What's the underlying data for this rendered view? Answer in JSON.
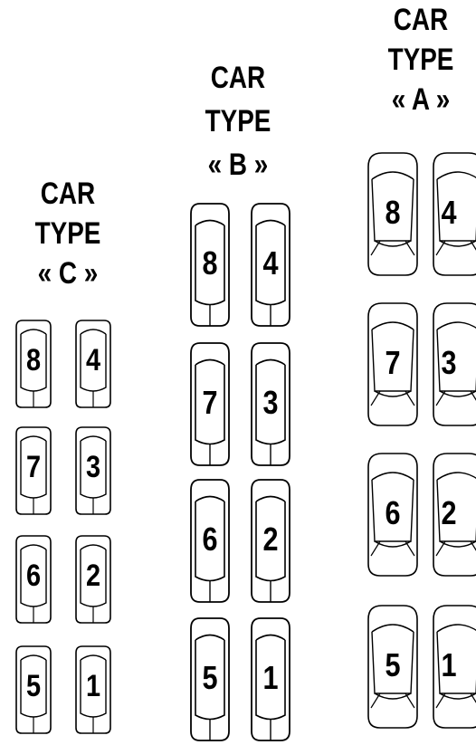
{
  "groups": {
    "C": {
      "title_line1": "CAR",
      "title_line2": "TYPE",
      "title_line3": "« C »",
      "cars": [
        {
          "left": "8",
          "right": "4"
        },
        {
          "left": "7",
          "right": "3"
        },
        {
          "left": "6",
          "right": "2"
        },
        {
          "left": "5",
          "right": "1"
        }
      ]
    },
    "B": {
      "title_line1": "CAR",
      "title_line2": "TYPE",
      "title_line3": "« B »",
      "cars": [
        {
          "left": "8",
          "right": "4"
        },
        {
          "left": "7",
          "right": "3"
        },
        {
          "left": "6",
          "right": "2"
        },
        {
          "left": "5",
          "right": "1"
        }
      ]
    },
    "A": {
      "title_line1": "CAR",
      "title_line2": "TYPE",
      "title_line3": "« A »",
      "cars": [
        {
          "left": "8",
          "right": "4"
        },
        {
          "left": "7",
          "right": "3"
        },
        {
          "left": "6",
          "right": "2"
        },
        {
          "left": "5",
          "right": "1"
        }
      ]
    }
  }
}
